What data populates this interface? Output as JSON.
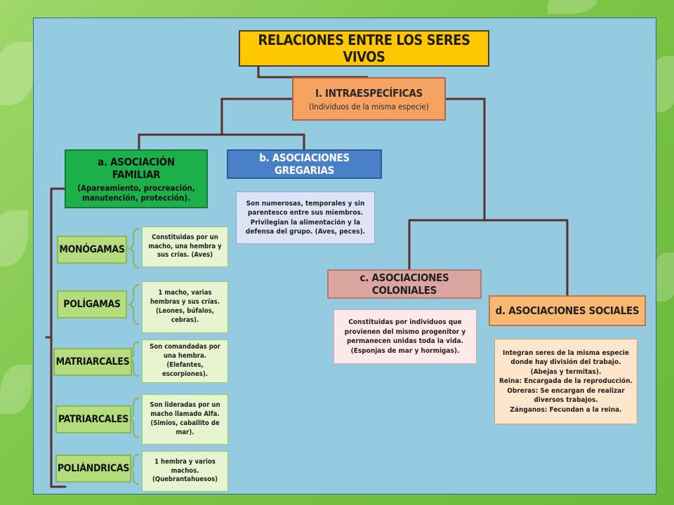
{
  "title": "RELACIONES ENTRE LOS SERES VIVOS",
  "intra": {
    "title": "I. INTRAESPECÍFICAS",
    "subtitle": "(Individuos de la misma especie)"
  },
  "familiar": {
    "title": "a. ASOCIACIÓN FAMILIAR",
    "subtitle": "(Apareamiento, procreación, manutención, protección)."
  },
  "gregarias": {
    "title": "b. ASOCIACIONES GREGARIAS",
    "desc": "Son numerosas, temporales y sin parentesco entre sus miembros. Privilegian la alimentación y la defensa del grupo. (Aves, peces)."
  },
  "coloniales": {
    "title": "c. ASOCIACIONES COLONIALES",
    "desc": "Constituidas por individuos que provienen del mismo progenitor y permanecen unidas toda la vida. (Esponjas de mar y hormigas)."
  },
  "sociales": {
    "title": "d. ASOCIACIONES SOCIALES",
    "desc": "Integran seres de la misma especie donde hay división del trabajo. (Abejas y termitas).\nReina: Encargada de la reproducción.\nObreras: Se encargan de realizar diversos trabajos.\nZánganos: Fecundan a la reina."
  },
  "types": [
    {
      "label": "MONÓGAMAS",
      "desc": "Constituidas por un macho, una hembra y sus crías. (Aves)"
    },
    {
      "label": "POLÍGAMAS",
      "desc": "1 macho, varias hembras y sus crías. (Leones, búfalos, cebras)."
    },
    {
      "label": "MATRIARCALES",
      "desc": "Son comandadas por una hembra. (Elefantes, escorpiones)."
    },
    {
      "label": "PATRIARCALES",
      "desc": "Son lideradas por un macho llamado Alfa. (Simios, caballito de mar)."
    },
    {
      "label": "POLIÁNDRICAS",
      "desc": "1 hembra y varios machos. (Quebrantahuesos)"
    }
  ]
}
